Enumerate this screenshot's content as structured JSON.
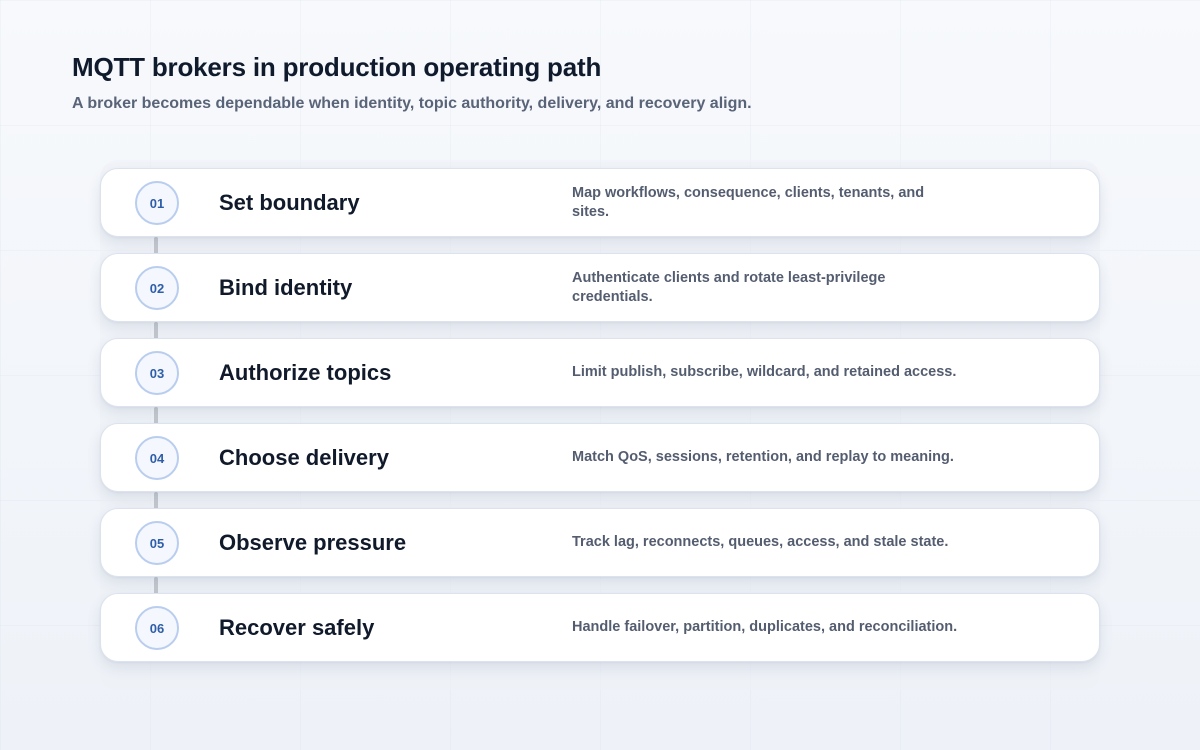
{
  "header": {
    "title": "MQTT brokers in production operating path",
    "subtitle": "A broker becomes dependable when identity, topic authority, delivery, and recovery align."
  },
  "colors": {
    "badge_border": "#b9cdee",
    "badge_text": "#2f5ea8",
    "connector": "#c4c8cf",
    "title_text": "#101a2b",
    "desc_text": "#545d70"
  },
  "steps": [
    {
      "number": "01",
      "title": "Set boundary",
      "description": "Map workflows, consequence, clients, tenants, and sites."
    },
    {
      "number": "02",
      "title": "Bind identity",
      "description": "Authenticate clients and rotate least-privilege credentials."
    },
    {
      "number": "03",
      "title": "Authorize topics",
      "description": "Limit publish, subscribe, wildcard, and retained access."
    },
    {
      "number": "04",
      "title": "Choose delivery",
      "description": "Match QoS, sessions, retention, and replay to meaning."
    },
    {
      "number": "05",
      "title": "Observe pressure",
      "description": "Track lag, reconnects, queues, access, and stale state."
    },
    {
      "number": "06",
      "title": "Recover safely",
      "description": "Handle failover, partition, duplicates, and reconciliation."
    }
  ]
}
